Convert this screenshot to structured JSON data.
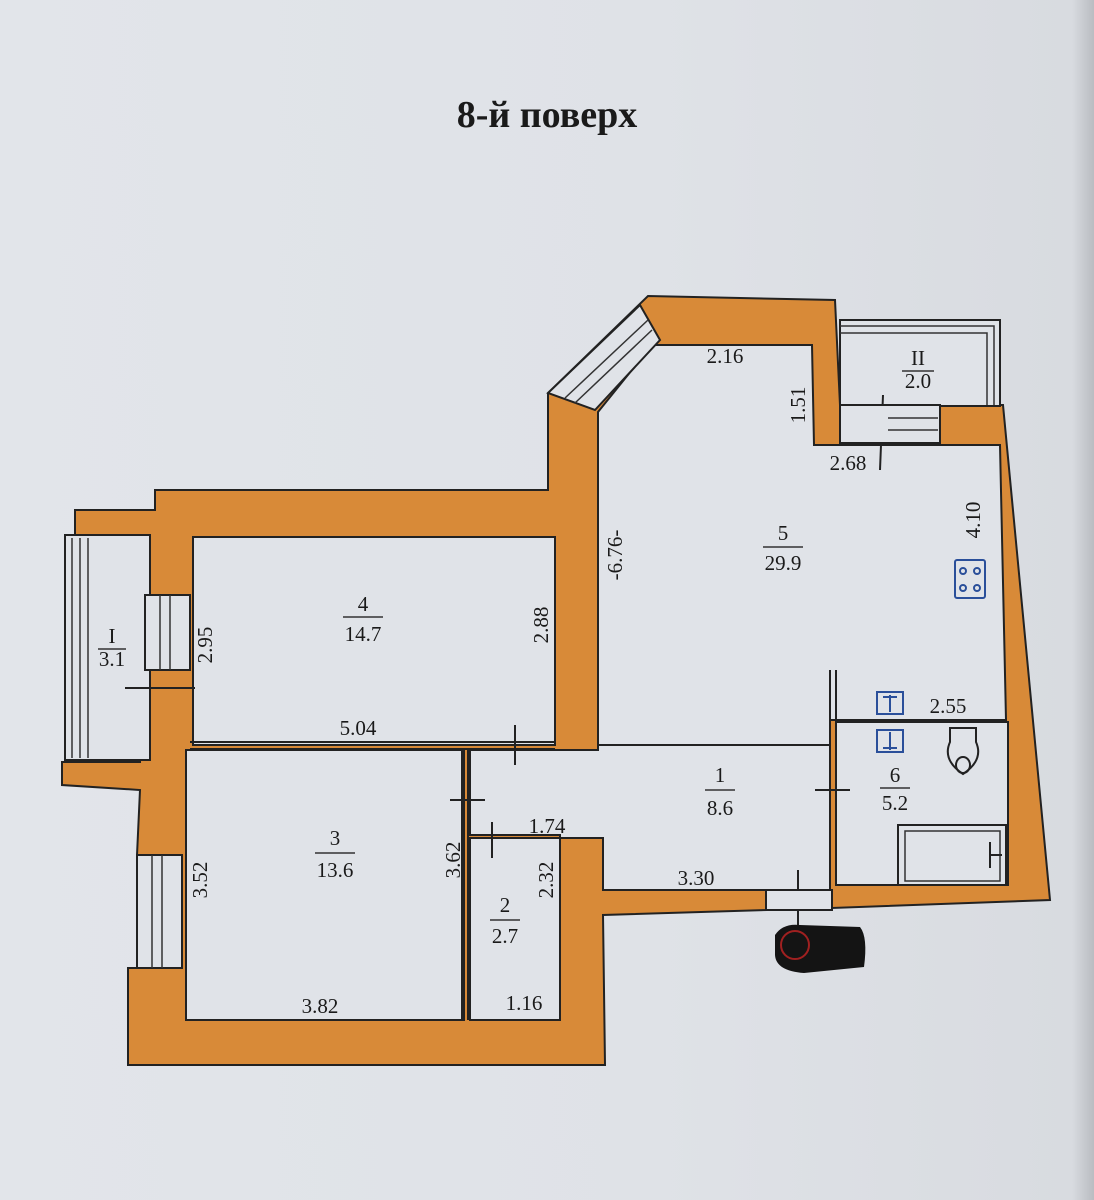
{
  "title": "8-й поверх",
  "rooms": [
    {
      "number": "1",
      "area": "8.6"
    },
    {
      "number": "2",
      "area": "2.7"
    },
    {
      "number": "3",
      "area": "13.6"
    },
    {
      "number": "4",
      "area": "14.7"
    },
    {
      "number": "5",
      "area": "29.9"
    },
    {
      "number": "6",
      "area": "5.2"
    }
  ],
  "balconies": [
    {
      "number": "I",
      "area": "3.1"
    },
    {
      "number": "II",
      "area": "2.0"
    }
  ],
  "dimensions": {
    "r5_top": "2.16",
    "r5_notch": "1.51",
    "r5_door": "2.68",
    "r5_right": "4.10",
    "r5_left": "-6.76-",
    "r4_left": "2.95",
    "r4_right": "2.88",
    "r4_bottom": "5.04",
    "r3_left": "3.52",
    "r3_right": "3.62",
    "r3_bottom": "3.82",
    "r2_top": "1.74",
    "r2_right": "2.32",
    "r2_bottom": "1.16",
    "r1_bottom": "3.30",
    "r6_top": "2.55"
  },
  "colors": {
    "wall": "#d88a38",
    "paper": "#e0e3e8",
    "fixture": "#2a4f9a"
  }
}
